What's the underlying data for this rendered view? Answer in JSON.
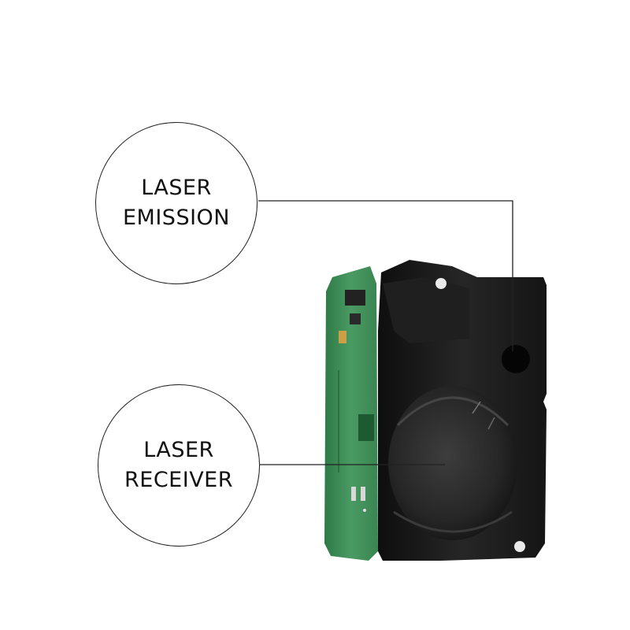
{
  "callouts": {
    "emission": {
      "line1": "LASER",
      "line2": "EMISSION"
    },
    "receiver": {
      "line1": "LASER",
      "line2": "RECEIVER"
    }
  },
  "colors": {
    "pcb": "#3c8a55",
    "housing": "#1a1a1a",
    "lens": "#2a2a2a",
    "leader": "#222222"
  }
}
